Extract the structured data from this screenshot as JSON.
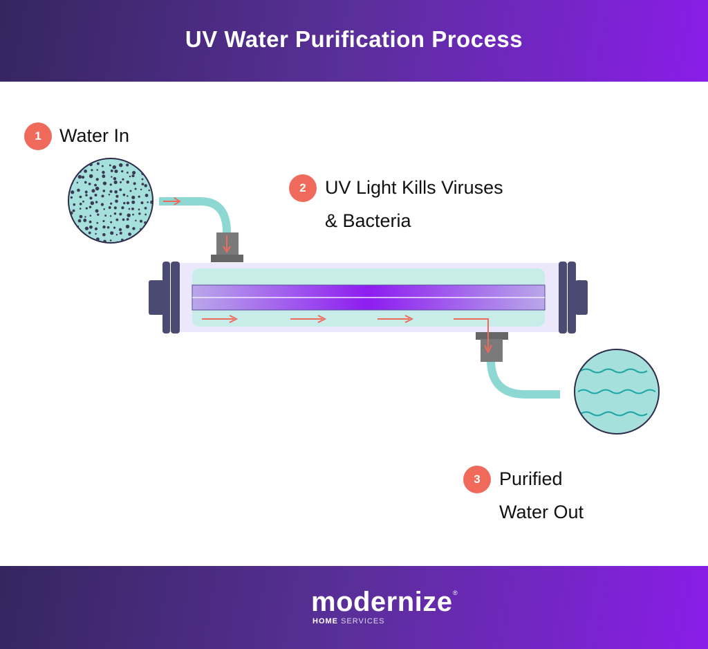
{
  "header": {
    "title": "UV Water Purification Process"
  },
  "steps": [
    {
      "number": "1",
      "lines": [
        "Water In"
      ]
    },
    {
      "number": "2",
      "lines": [
        "UV Light Kills Viruses",
        "& Bacteria"
      ]
    },
    {
      "number": "3",
      "lines": [
        "Purified",
        "Water Out"
      ]
    }
  ],
  "footer": {
    "brand": "modernize",
    "registered": "®",
    "sub_bold": "HOME",
    "sub_light": "SERVICES"
  },
  "colors": {
    "accent": "#ef6a5a",
    "water": "#c8ece8",
    "pipe": "#8ed8d4",
    "uv": "#8a1de9",
    "cap": "#4b4a72"
  }
}
